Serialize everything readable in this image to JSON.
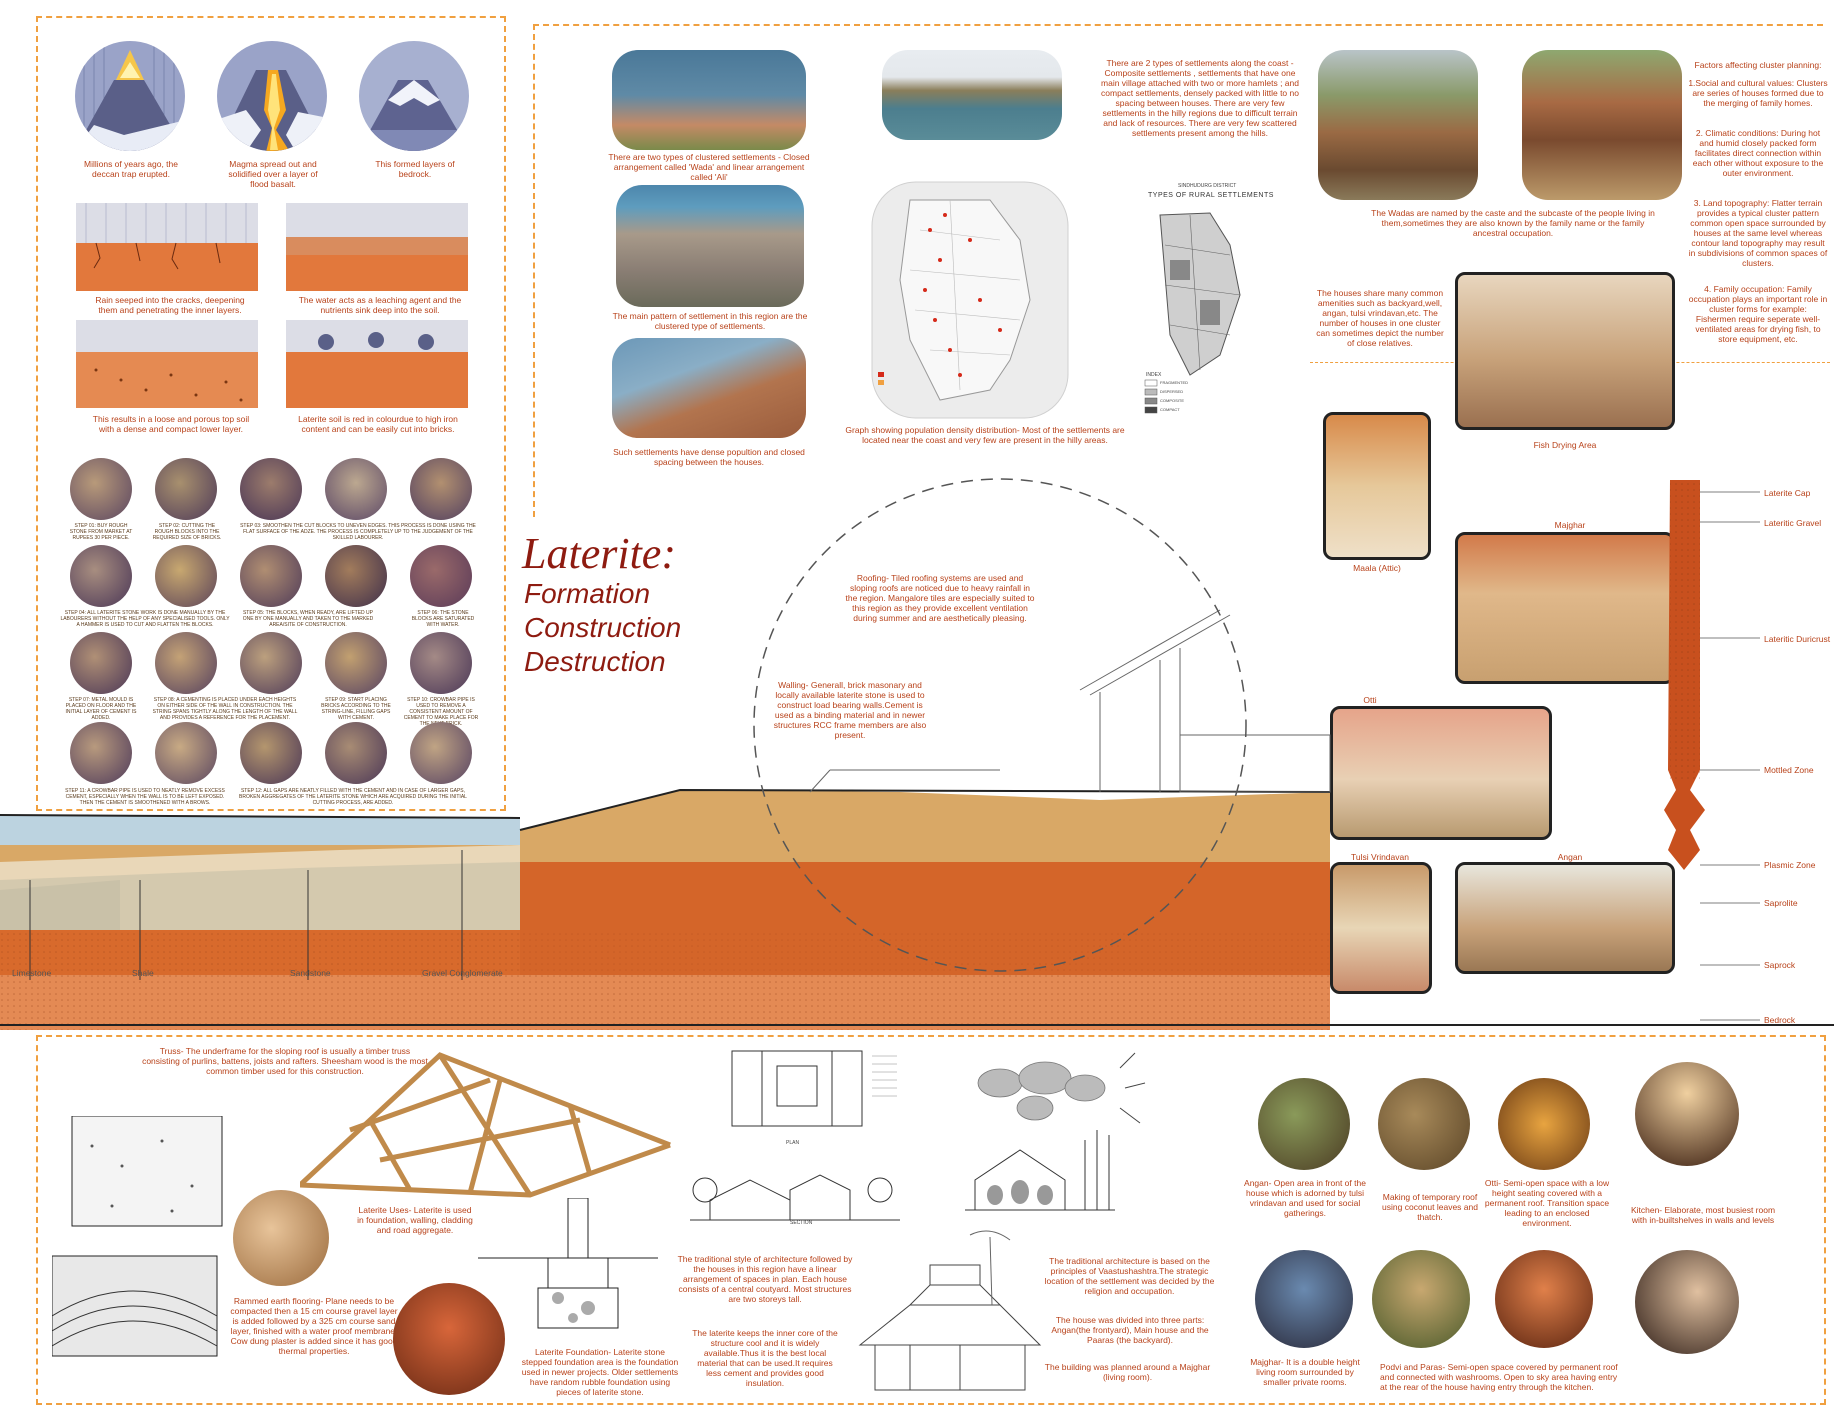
{
  "title": {
    "main": "Laterite:",
    "sub1": "Formation",
    "sub2": "Construction",
    "sub3": "Destruction"
  },
  "formation": {
    "c1": "Millions of years ago, the deccan trap erupted.",
    "c2": "Magma spread out and solidified over a layer of flood basalt.",
    "c3": "This formed layers of bedrock.",
    "r1": "Rain seeped into the cracks, deepening them and penetrating the inner layers.",
    "r2": "The water acts as a leaching agent and the nutrients sink deep into the soil.",
    "r3": "This results in a loose and porous top soil with a dense and compact lower layer.",
    "r4": "Laterite soil is red in colourdue to high iron content and can be easily cut into bricks."
  },
  "steps": {
    "s1": "STEP 01: BUY ROUGH STONE FROM MARKET AT RUPEES 30 PER PIECE.",
    "s2": "STEP 02: CUTTING THE ROUGH BLOCKS INTO THE REQUIRED SIZE OF BRICKS.",
    "s3": "STEP 03: SMOOTHEN THE CUT BLOCKS TO UNEVEN EDGES. THIS PROCESS IS DONE USING THE FLAT SURFACE OF THE ADZE. THE PROCESS IS COMPLETELY UP TO THE JUDGEMENT OF THE SKILLED LABOURER.",
    "s4": "STEP 04: ALL LATERITE STONE WORK IS DONE MANUALLY BY THE LABOURERS WITHOUT THE HELP OF ANY SPECIALISED TOOLS. ONLY A HAMMER IS USED TO CUT AND FLATTEN THE BLOCKS.",
    "s5": "STEP 05: THE BLOCKS, WHEN READY, ARE LIFTED UP ONE BY ONE MANUALLY AND TAKEN TO THE MARKED AREA/SITE OF CONSTRUCTION.",
    "s6": "STEP 06: THE STONE BLOCKS ARE SATURATED WITH WATER.",
    "s7": "STEP 07: METAL MOULD IS PLACED ON FLOOR AND THE INITIAL LAYER OF CEMENT IS ADDED.",
    "s8": "STEP 08: A CEMENTING IS PLACED UNDER EACH HEIGHTS ON EITHER SIDE OF THE WALL IN CONSTRUCTION. THE STRING SPANS TIGHTLY ALONG THE LENGTH OF THE WALL AND PROVIDES A REFERENCE FOR THE PLACEMENT.",
    "s9": "STEP 09: START PLACING BRICKS ACCORDING TO THE STRING-LINE, FILLING GAPS WITH CEMENT.",
    "s10": "STEP 10: CROWBAR PIPE IS USED TO REMOVE A CONSISTENT AMOUNT OF CEMENT TO MAKE PLACE FOR THE NEXT BRICK.",
    "s11": "STEP 11: A CROWBAR PIPE IS USED TO NEATLY REMOVE EXCESS CEMENT, ESPECIALLY WHEN THE WALL IS TO BE LEFT EXPOSED. THEN THE CEMENT IS SMOOTHENED WITH A BROWS.",
    "s12": "STEP 12: ALL GAPS ARE NEATLY FILLED WITH THE CEMENT AND IN CASE OF LARGER GAPS, BROKEN AGGREGATES OF THE LATERITE STONE WHICH ARE ACQUIRED DURING THE INITIAL CUTTING PROCESS, ARE ADDED."
  },
  "settlements": {
    "p1": "There are two types of clustered settlements - Closed arrangement called 'Wada' and linear arrangement called 'Ali'",
    "p2": "The main pattern of settlement in this region are the clustered type of settlements.",
    "p3": "Such settlements have dense popultion and closed spacing between the houses.",
    "p4": "There are 2 types of settlements along the coast - Composite settlements , settlements that have one main village attached with two or more hamlets ; and compact settlements, densely packed with little to no spacing between houses. There are very few settlements in the hilly regions due to difficult terrain and lack of resources. There are very few scattered settlements present among the hills.",
    "map_caption": "Graph showing population density distribution- Most of the settlements are located near the coast and very few are present in the hilly areas.",
    "map2_title1": "SINDHUDURG DISTRICT",
    "map2_title2": "TYPES OF RURAL SETTLEMENTS",
    "legend_title": "INDEX",
    "legend1": "FRAGMENTED",
    "legend2": "DISPERSED",
    "legend3": "COMPOSITE",
    "legend4": "COMPACT",
    "wadas": "The Wadas are named by the caste and the subcaste of the people living in them,sometimes they are also known by the family name or the family ancestral occupation.",
    "amenities": "The houses share many common amenities such as backyard,well, angan, tulsi vrindavan,etc. The number of houses in one cluster can sometimes depict the number of close relatives."
  },
  "factors": {
    "heading": "Factors affecting cluster planning:",
    "f1": "1.Social and cultural values: Clusters are series of houses formed due to the merging of family homes.",
    "f2": "2. Climatic conditions: During hot and humid closely packed form facilitates direct connection within each other without exposure to the outer environment.",
    "f3": "3. Land topography: Flatter terrain provides a typical cluster pattern common open space surrounded by houses at the same level whereas contour land topography may result in subdivisions of common spaces of clusters.",
    "f4": "4. Family occupation: Family occupation plays an important role in cluster forms for example: Fishermen require seperate well-ventilated areas for drying fish, to store equipment, etc."
  },
  "interiors": {
    "fish": "Fish Drying Area",
    "maala": "Maala (Attic)",
    "majghar": "Majghar",
    "otti": "Otti",
    "tulsi": "Tulsi Vrindavan",
    "angan": "Angan"
  },
  "profile": {
    "cap": "Laterite Cap",
    "gravel": "Lateritic Gravel",
    "duricrust": "Lateritic Duricrust",
    "mottled": "Mottled Zone",
    "plasmic": "Plasmic Zone",
    "saprolite": "Saprolite",
    "saprock": "Saprock",
    "bedrock": "Bedrock"
  },
  "strata": {
    "limestone": "Limestone",
    "shale": "Shale",
    "sandstone": "Sandstone",
    "conglomerate": "Gravel Conglomerate"
  },
  "section": {
    "roofing": "Roofing- Tiled roofing systems are used and sloping roofs are noticed due to heavy rainfall in the region. Mangalore tiles are especially suited to this region as they provide excellent ventilation during summer and are aesthetically pleasing.",
    "walling": "Walling- Generall, brick masonary and locally available laterite stone is used to construct load bearing walls.Cement is used as a binding material and in newer structures RCC frame members are also present."
  },
  "construction": {
    "truss": "Truss- The underframe for the sloping roof is usually a timber truss consisting of purlins, battens, joists and rafters. Sheesham wood is the most common timber used for this construction.",
    "uses": "Laterite Uses- Laterite is used in foundation, walling, cladding and road aggregate.",
    "rammed": "Rammed earth flooring- Plane needs to be compacted then a 15 cm course gravel layer is added followed by a 325 cm course sand layer, finished with a water proof membrane. Cow dung plaster is added since it has good thermal properties.",
    "foundation": "Laterite Foundation- Laterite stone stepped foundation area is the foundation used in newer projects. Older settlements have random rubble foundation using pieces of laterite stone.",
    "traditional": "The traditional style of architecture followed by the houses in this region have a linear arrangement of spaces in plan. Each house consists of a central coutyard. Most structures are two storeys tall.",
    "inner": "The laterite keeps the inner core of the structure cool and it is widely available.Thus it is the best local material that can be used.It requires less cement and provides good insulation.",
    "plan_label": "PLAN",
    "section_label": "SECTION",
    "vaastu": "The traditional architecture is based on the principles of Vaastushashtra.The strategic location of the settlement was decided by the religion and occupation.",
    "parts": "The house was divided into three parts: Angan(the frontyard), Main house and the Paaras (the backyard).",
    "majghar_plan": "The building was planned around a Majghar (living room)."
  },
  "spaces": {
    "angan": "Angan- Open area in front of the house which is adorned by tulsi vrindavan and used for social gatherings.",
    "roof": "Making of temporary roof using coconut leaves and thatch.",
    "otti": "Otti- Semi-open space with a low height seating covered with a permanent roof. Transition space leading to an enclosed environment.",
    "kitchen": "Kitchen- Elaborate, most busiest room with in-builtshelves in walls and levels",
    "majghar": "Majghar- It is a double height living room surrounded by smaller private rooms.",
    "podvi": "Podvi and Paras- Semi-open space covered by permanent roof and connected with washrooms. Open to sky area having entry at the rear of the house having entry through the kitchen."
  },
  "colors": {
    "accent": "#8e1b10",
    "text": "#b8421a",
    "dash": "#f0a040",
    "soil": "#d86a2c",
    "sand": "#d9a866",
    "sea": "#bcd3e0"
  }
}
